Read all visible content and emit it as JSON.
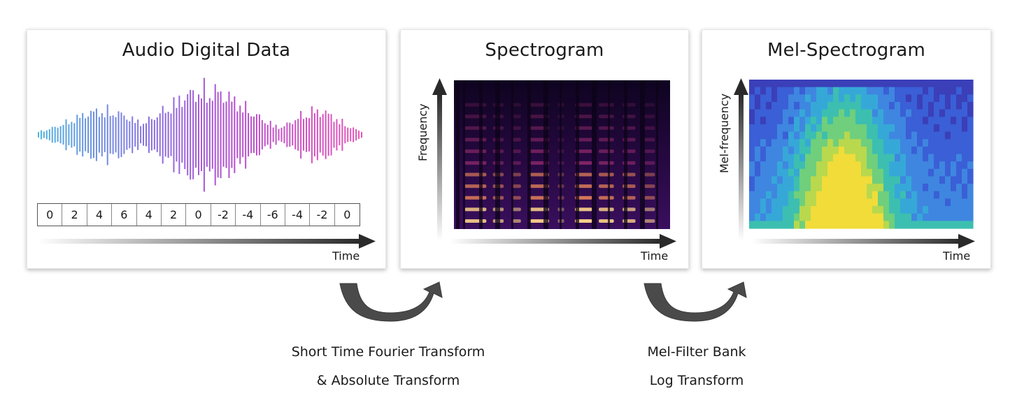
{
  "panels": {
    "audio": {
      "title": "Audio Digital Data",
      "time_label": "Time",
      "samples": [
        "0",
        "2",
        "4",
        "6",
        "4",
        "2",
        "0",
        "-2",
        "-4",
        "-6",
        "-4",
        "-2",
        "0"
      ]
    },
    "spectrogram": {
      "title": "Spectrogram",
      "y_label": "Frequency",
      "time_label": "Time"
    },
    "mel": {
      "title": "Mel-Spectrogram",
      "y_label": "Mel-frequency",
      "time_label": "Time"
    }
  },
  "transforms": {
    "stft": {
      "line1": "Short Time Fourier Transform",
      "line2": "& Absolute Transform"
    },
    "mel": {
      "line1": "Mel-Filter Bank",
      "line2": "Log Transform"
    }
  },
  "colors": {
    "wave_start": "#4fb3e0",
    "wave_mid": "#9b5fd6",
    "wave_end": "#e454b8",
    "arrow": "#2a2a2a",
    "curve_arrow": "#4a4a4a"
  }
}
